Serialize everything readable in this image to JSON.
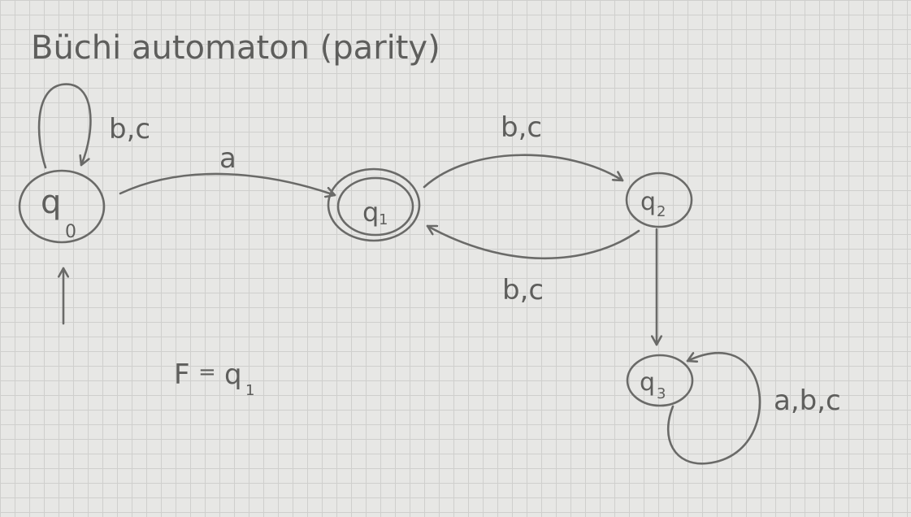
{
  "title": "Büchi automaton (parity)",
  "states": [
    {
      "name": "q0",
      "main": "q",
      "sub": "0",
      "initial": true,
      "accepting": false
    },
    {
      "name": "q1",
      "main": "q",
      "sub": "1",
      "initial": false,
      "accepting": true
    },
    {
      "name": "q2",
      "main": "q",
      "sub": "2",
      "initial": false,
      "accepting": false
    },
    {
      "name": "q3",
      "main": "q",
      "sub": "3",
      "initial": false,
      "accepting": false
    }
  ],
  "transitions": [
    {
      "from": "q0",
      "to": "q0",
      "label": "b,c"
    },
    {
      "from": "q0",
      "to": "q1",
      "label": "a"
    },
    {
      "from": "q1",
      "to": "q2",
      "label": "b,c"
    },
    {
      "from": "q2",
      "to": "q1",
      "label": "b,c"
    },
    {
      "from": "q2",
      "to": "q3",
      "label": ""
    },
    {
      "from": "q3",
      "to": "q3",
      "label": "a,b,c"
    }
  ],
  "final_set": {
    "lhs": "F",
    "eq": "=",
    "main": "q",
    "sub": "1"
  },
  "colors": {
    "ink": "#6a6a68",
    "paper": "#e7e7e5",
    "grid": "#cfcfcd"
  }
}
